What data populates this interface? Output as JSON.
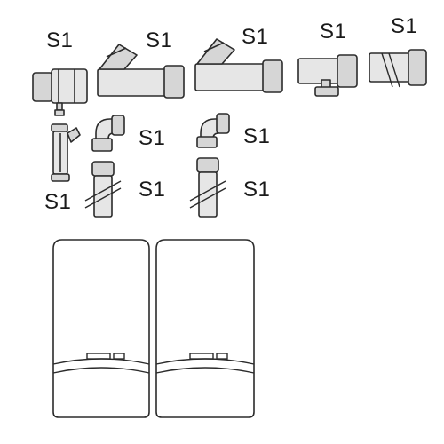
{
  "labels": {
    "row1_item1": "S1",
    "row1_item2": "S1",
    "row1_item3": "S1",
    "row1_item4": "S1",
    "row1_item5": "S1",
    "row2_left_elbow": "S1",
    "row2_left_pipe": "S1",
    "row2_left_trap": "S1",
    "row2_right_elbow": "S1",
    "row2_right_pipe": "S1"
  }
}
